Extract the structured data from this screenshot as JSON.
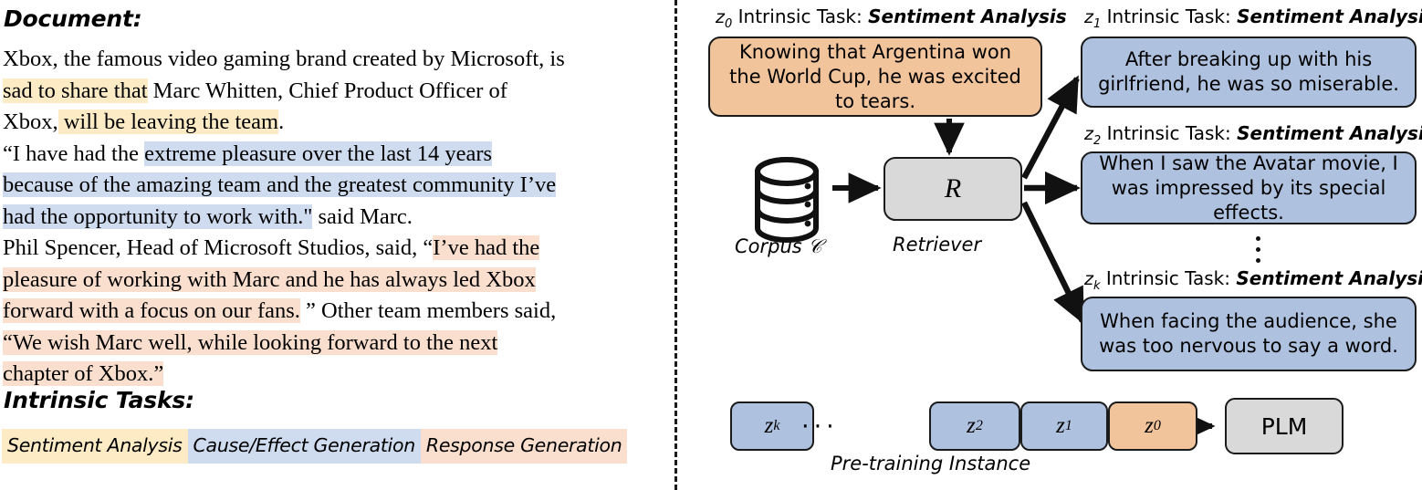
{
  "left": {
    "document_heading": "Document:",
    "document_lines": [
      [
        {
          "t": "Xbox, the famous video gaming brand created by Microsoft, is",
          "h": "none"
        }
      ],
      [
        {
          "t": "sad to share that",
          "h": "yellow"
        },
        {
          "t": " Marc Whitten, Chief Product Officer of",
          "h": "none"
        }
      ],
      [
        {
          "t": "Xbox,",
          "h": "none"
        },
        {
          "t": " will be leaving the team",
          "h": "yellow"
        },
        {
          "t": ".",
          "h": "none"
        }
      ],
      [
        {
          "t": "“I have had the ",
          "h": "none"
        },
        {
          "t": "extreme pleasure over the last 14 years",
          "h": "blue"
        }
      ],
      [
        {
          "t": "because of the amazing team and the greatest community I’ve",
          "h": "blue"
        }
      ],
      [
        {
          "t": "had the opportunity to work with.\"",
          "h": "blue"
        },
        {
          "t": " said Marc.",
          "h": "none"
        }
      ],
      [
        {
          "t": "Phil Spencer, Head of Microsoft Studios, said, “",
          "h": "none"
        },
        {
          "t": "I’ve had the",
          "h": "peach"
        }
      ],
      [
        {
          "t": "pleasure of working with Marc and he has always led Xbox",
          "h": "peach"
        }
      ],
      [
        {
          "t": "forward with a focus on our fans.",
          "h": "peach"
        },
        {
          "t": " ” Other team members said,",
          "h": "none"
        }
      ],
      [
        {
          "t": "“We wish Marc well, while looking forward to the next",
          "h": "peach"
        }
      ],
      [
        {
          "t": "chapter of Xbox.”",
          "h": "peach"
        }
      ]
    ],
    "intrinsic_heading": "Intrinsic Tasks:",
    "legend": [
      {
        "label": "Sentiment Analysis",
        "color": "#FCEBC5",
        "key": "yellow"
      },
      {
        "label": "Cause/Effect Generation",
        "color": "#CFDCEF",
        "key": "blue"
      },
      {
        "label": "Response Generation",
        "color": "#FADFCE",
        "key": "peach"
      }
    ]
  },
  "right": {
    "intrinsic_task_prefix": "Intrinsic Task:",
    "intrinsic_task_name": "Sentiment Analysis",
    "z0": {
      "symbol": "z",
      "subscript": "0",
      "text": "Knowing that Argentina won the World Cup, he was excited to tears.",
      "color": "#F2C49C"
    },
    "z1": {
      "symbol": "z",
      "subscript": "1",
      "text": "After breaking up with his girlfriend, he was so miserable.",
      "color": "#AEC1DF"
    },
    "z2": {
      "symbol": "z",
      "subscript": "2",
      "text": "When I saw the Avatar movie, I was impressed by its special effects.",
      "color": "#AEC1DF"
    },
    "zk": {
      "symbol": "z",
      "subscript": "k",
      "text": "When facing the audience, she was too nervous to say a word.",
      "color": "#AEC1DF"
    },
    "vertical_ellipsis": "⋮",
    "corpus_label": "Corpus 𝒞",
    "retriever_symbol": "R",
    "retriever_label": "Retriever",
    "sequence": {
      "caption": "Pre-training Instance",
      "ellipsis": "···",
      "tokens": [
        {
          "symbol": "z",
          "subscript": "k",
          "color": "#AEC1DF"
        },
        {
          "symbol": "z",
          "subscript": "2",
          "color": "#AEC1DF"
        },
        {
          "symbol": "z",
          "subscript": "1",
          "color": "#AEC1DF"
        },
        {
          "symbol": "z",
          "subscript": "0",
          "color": "#F2C49C"
        }
      ]
    },
    "plm_label": "PLM"
  },
  "colors": {
    "orange": "#F2C49C",
    "blue": "#AEC1DF",
    "gray": "#D9D9D9",
    "hl_yellow": "#FCEBC5",
    "hl_blue": "#CFDCEF",
    "hl_peach": "#FADFCE",
    "stroke": "#1b1b1b"
  }
}
